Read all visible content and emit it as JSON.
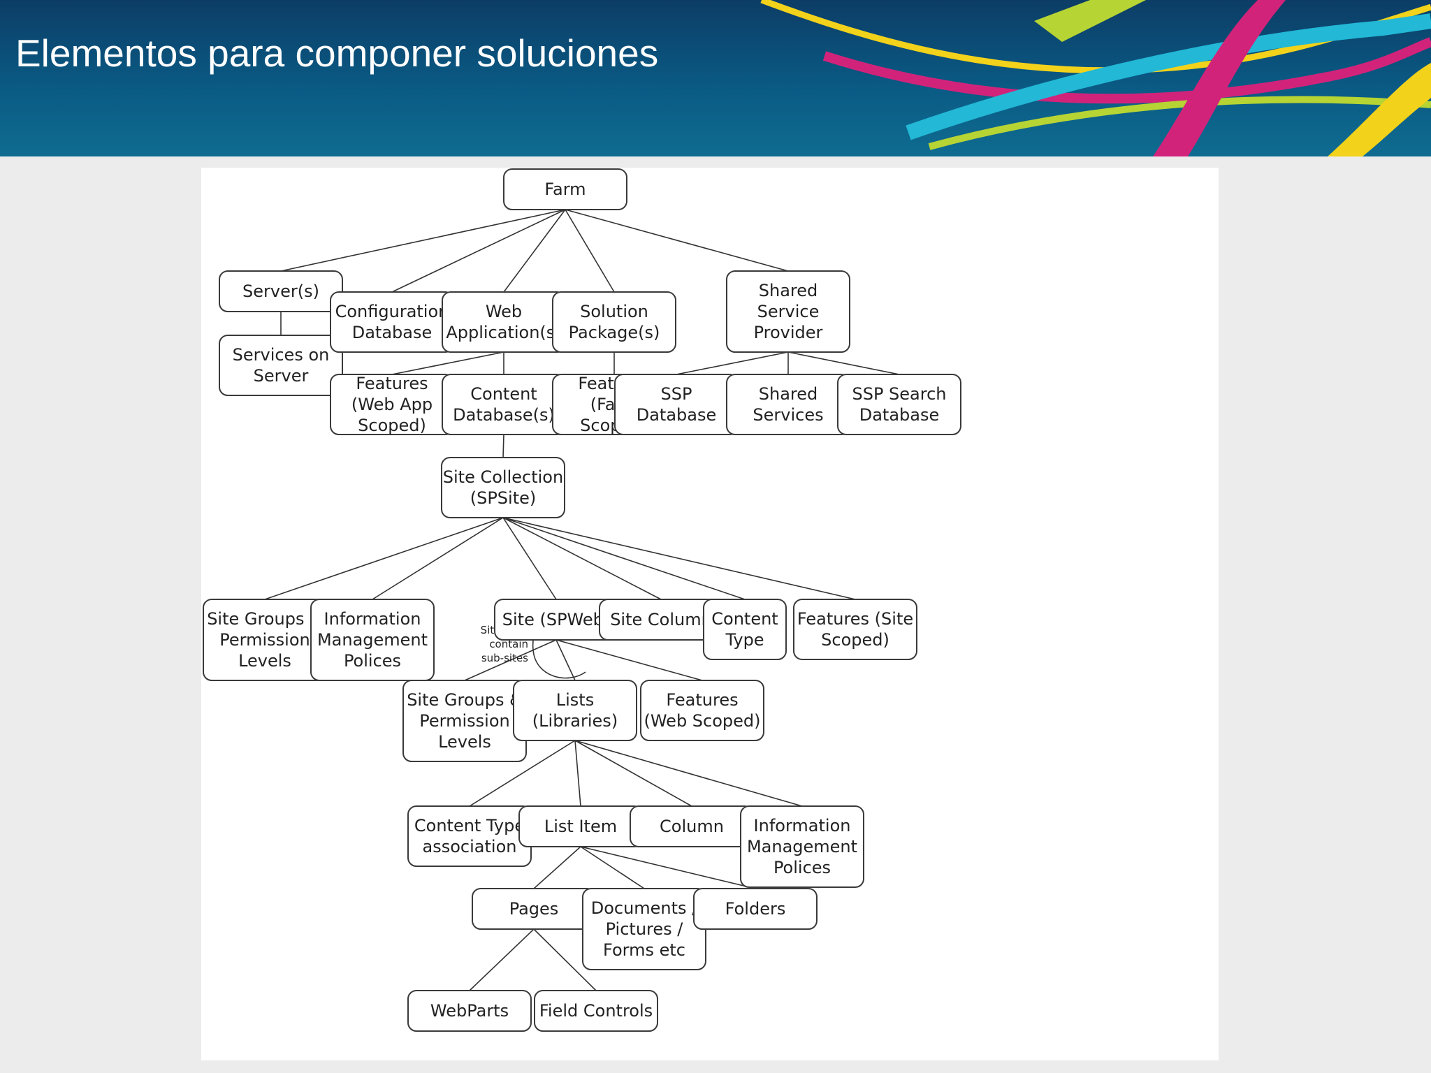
{
  "title": "Elementos para componer soluciones",
  "colors": {
    "header_dark": "#0c3d66",
    "header_light": "#0f6c91",
    "ribbon_yellow": "#f2d21a",
    "ribbon_magenta": "#d2237b",
    "ribbon_cyan": "#22b8d6",
    "ribbon_lime": "#b6d433"
  },
  "diagram": {
    "nodes": [
      {
        "id": "farm",
        "lines": [
          "Farm"
        ]
      },
      {
        "id": "servers",
        "lines": [
          "Server(s)"
        ]
      },
      {
        "id": "services",
        "lines": [
          "Services on",
          "Server"
        ]
      },
      {
        "id": "configdb",
        "lines": [
          "Configuration",
          "Database"
        ]
      },
      {
        "id": "webapp",
        "lines": [
          "Web",
          "Application(s)"
        ]
      },
      {
        "id": "solution",
        "lines": [
          "Solution",
          "Package(s)"
        ]
      },
      {
        "id": "ssp",
        "lines": [
          "Shared",
          "Service",
          "Provider"
        ]
      },
      {
        "id": "featwebapp",
        "lines": [
          "Features",
          "(Web App",
          "Scoped)"
        ]
      },
      {
        "id": "contentdb",
        "lines": [
          "Content",
          "Database(s)"
        ]
      },
      {
        "id": "featfarm",
        "lines": [
          "Features",
          "(Farm",
          "Scoped)"
        ]
      },
      {
        "id": "sspdb",
        "lines": [
          "SSP",
          "Database"
        ]
      },
      {
        "id": "sharedsvc",
        "lines": [
          "Shared",
          "Services"
        ]
      },
      {
        "id": "sspsearch",
        "lines": [
          "SSP Search",
          "Database"
        ]
      },
      {
        "id": "sitecoll",
        "lines": [
          "Site Collection",
          "(SPSite)"
        ]
      },
      {
        "id": "sitegroups1",
        "lines": [
          "Site Groups &",
          "Permission",
          "Levels"
        ]
      },
      {
        "id": "infomgmt1",
        "lines": [
          "Information",
          "Management",
          "Polices"
        ]
      },
      {
        "id": "site",
        "lines": [
          "Site (SPWeb)"
        ]
      },
      {
        "id": "sitecolumn",
        "lines": [
          "Site Column"
        ]
      },
      {
        "id": "contenttype",
        "lines": [
          "Content",
          "Type"
        ]
      },
      {
        "id": "featsite",
        "lines": [
          "Features (Site",
          "Scoped)"
        ]
      },
      {
        "id": "sitegroups2",
        "lines": [
          "Site Groups &",
          "Permission",
          "Levels"
        ]
      },
      {
        "id": "lists",
        "lines": [
          "Lists",
          "(Libraries)"
        ]
      },
      {
        "id": "featweb",
        "lines": [
          "Features",
          "(Web Scoped)"
        ]
      },
      {
        "id": "ctassoc",
        "lines": [
          "Content Type",
          "association"
        ]
      },
      {
        "id": "listitem",
        "lines": [
          "List Item"
        ]
      },
      {
        "id": "column",
        "lines": [
          "Column"
        ]
      },
      {
        "id": "infomgmt2",
        "lines": [
          "Information",
          "Management",
          "Polices"
        ]
      },
      {
        "id": "pages",
        "lines": [
          "Pages"
        ]
      },
      {
        "id": "docs",
        "lines": [
          "Documents /",
          "Pictures /",
          "Forms etc"
        ]
      },
      {
        "id": "folders",
        "lines": [
          "Folders"
        ]
      },
      {
        "id": "webparts",
        "lines": [
          "WebParts"
        ]
      },
      {
        "id": "fieldctrl",
        "lines": [
          "Field Controls"
        ]
      }
    ],
    "edges": [
      [
        "farm",
        "servers"
      ],
      [
        "farm",
        "configdb"
      ],
      [
        "farm",
        "webapp"
      ],
      [
        "farm",
        "solution"
      ],
      [
        "farm",
        "ssp"
      ],
      [
        "servers",
        "services"
      ],
      [
        "webapp",
        "featwebapp"
      ],
      [
        "webapp",
        "contentdb"
      ],
      [
        "solution",
        "featfarm"
      ],
      [
        "ssp",
        "sspdb"
      ],
      [
        "ssp",
        "sharedsvc"
      ],
      [
        "ssp",
        "sspsearch"
      ],
      [
        "contentdb",
        "sitecoll"
      ],
      [
        "sitecoll",
        "sitegroups1"
      ],
      [
        "sitecoll",
        "infomgmt1"
      ],
      [
        "sitecoll",
        "site"
      ],
      [
        "sitecoll",
        "sitecolumn"
      ],
      [
        "sitecoll",
        "contenttype"
      ],
      [
        "sitecoll",
        "featsite"
      ],
      [
        "site",
        "sitegroups2"
      ],
      [
        "site",
        "lists"
      ],
      [
        "site",
        "featweb"
      ],
      [
        "lists",
        "ctassoc"
      ],
      [
        "lists",
        "listitem"
      ],
      [
        "lists",
        "column"
      ],
      [
        "lists",
        "infomgmt2"
      ],
      [
        "listitem",
        "pages"
      ],
      [
        "listitem",
        "docs"
      ],
      [
        "listitem",
        "folders"
      ],
      [
        "pages",
        "webparts"
      ],
      [
        "pages",
        "fieldctrl"
      ]
    ],
    "note": [
      "Sites can",
      "contain",
      "sub-sites"
    ]
  }
}
